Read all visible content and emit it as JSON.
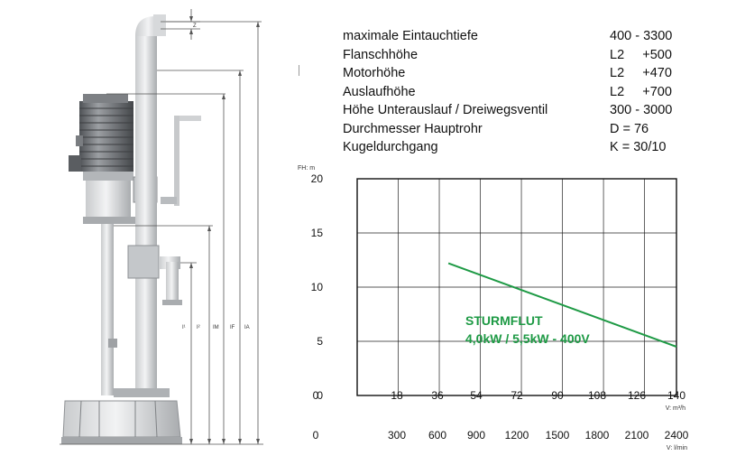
{
  "pump_drawing": {
    "dimension_labels": [
      "Z",
      "I¹",
      "I²",
      "IM",
      "IF",
      "IA"
    ]
  },
  "specs": [
    {
      "label": "maximale Eintauchtiefe",
      "value": "400 - 3300"
    },
    {
      "label": "Flanschhöhe",
      "value": "L2     +500"
    },
    {
      "label": "Motorhöhe",
      "value": "L2     +470"
    },
    {
      "label": "Auslaufhöhe",
      "value": "L2     +700"
    },
    {
      "label": "Höhe Unterauslauf / Dreiwegsventil",
      "value": "300 - 3000"
    },
    {
      "label": "Durchmesser Hauptrohr",
      "value": "D = 76"
    },
    {
      "label": "Kugeldurchgang",
      "value": "K = 30/10"
    }
  ],
  "chart_data": {
    "type": "line",
    "ylabel": "FH: m",
    "xlabel": "V: m³/h",
    "xlabel2": "V: l/min",
    "xlim": [
      0,
      140
    ],
    "ylim": [
      0,
      20
    ],
    "y_ticks": [
      0,
      5,
      10,
      15,
      20
    ],
    "x_ticks": [
      0,
      18,
      36,
      54,
      72,
      90,
      108,
      126,
      140
    ],
    "x2_ticks": [
      0,
      300,
      600,
      900,
      1200,
      1500,
      1800,
      2100,
      2400
    ],
    "grid": true,
    "series": [
      {
        "name": "STURMFLUT",
        "subtitle": "4,0kW / 5,5kW - 400V",
        "color": "#1e9a45",
        "points": [
          [
            40,
            12.2
          ],
          [
            140,
            4.5
          ]
        ]
      }
    ]
  }
}
